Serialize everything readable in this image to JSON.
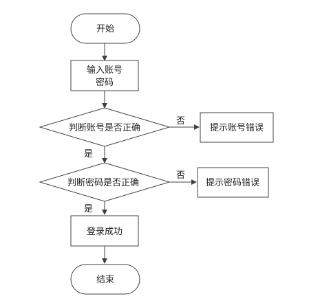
{
  "diagram": {
    "nodes": {
      "start": {
        "label": "开始",
        "shape": "terminal"
      },
      "input": {
        "label_line1": "输入账号",
        "label_line2": "密码",
        "shape": "process"
      },
      "check_account": {
        "label": "判断账号是否正确",
        "shape": "decision"
      },
      "account_error": {
        "label": "提示账号错误",
        "shape": "process"
      },
      "check_password": {
        "label": "判断密码是否正确",
        "shape": "decision"
      },
      "password_error": {
        "label": "提示密码错误",
        "shape": "process"
      },
      "success": {
        "label": "登录成功",
        "shape": "process"
      },
      "end": {
        "label": "结束",
        "shape": "terminal"
      }
    },
    "edges": {
      "account_no": {
        "label": "否"
      },
      "account_yes": {
        "label": "是"
      },
      "password_no": {
        "label": "否"
      },
      "password_yes": {
        "label": "是"
      }
    },
    "colors": {
      "stroke": "#404040",
      "fill": "#ffffff",
      "text": "#222222"
    }
  }
}
